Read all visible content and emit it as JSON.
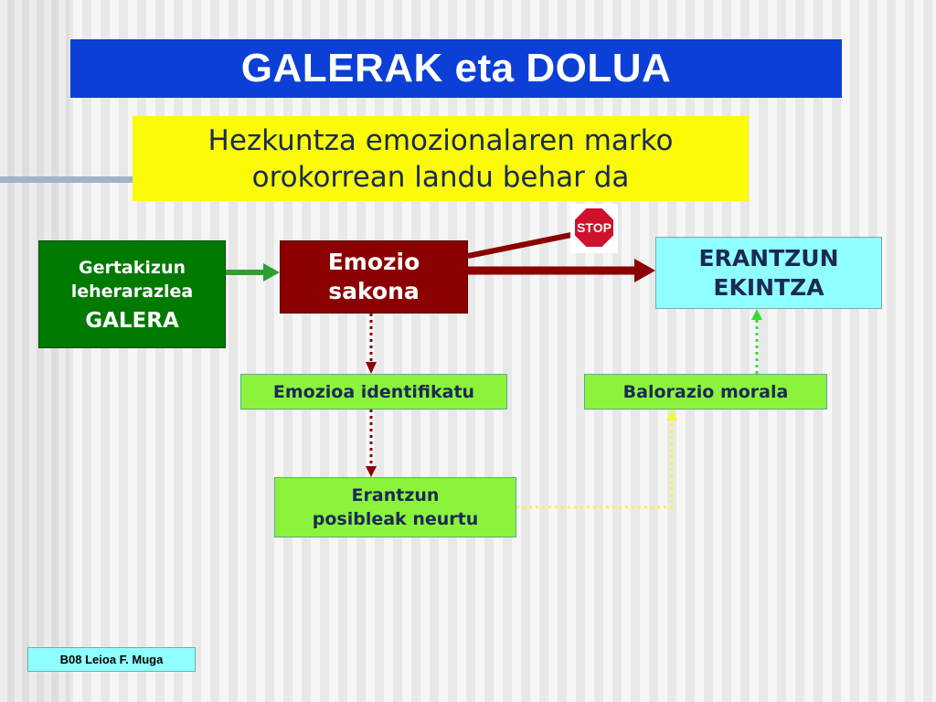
{
  "title": "GALERAK eta DOLUA",
  "subtitle": "Hezkuntza emozionalaren marko\norokorrean landu behar da",
  "nodes": {
    "trigger_label": "Gertakizun\nleherarazlea",
    "trigger_value": "GALERA",
    "emotion": "Emozio\nsakona",
    "response": "ERANTZUN\nEKINTZA",
    "identify": "Emozioa identifikatu",
    "measure": "Erantzun\nposibleak neurtu",
    "moral": "Balorazio morala"
  },
  "stop_sign": "STOP",
  "footer": "B08 Leioa F. Muga",
  "colors": {
    "title_bg": "#0b3fd6",
    "subtitle_bg": "#fbfb08",
    "trigger_bg": "#007a00",
    "emotion_bg": "#8b0000",
    "response_bg": "#8fffff",
    "step_bg": "#8cf33c",
    "stop_red": "#d0112b"
  }
}
